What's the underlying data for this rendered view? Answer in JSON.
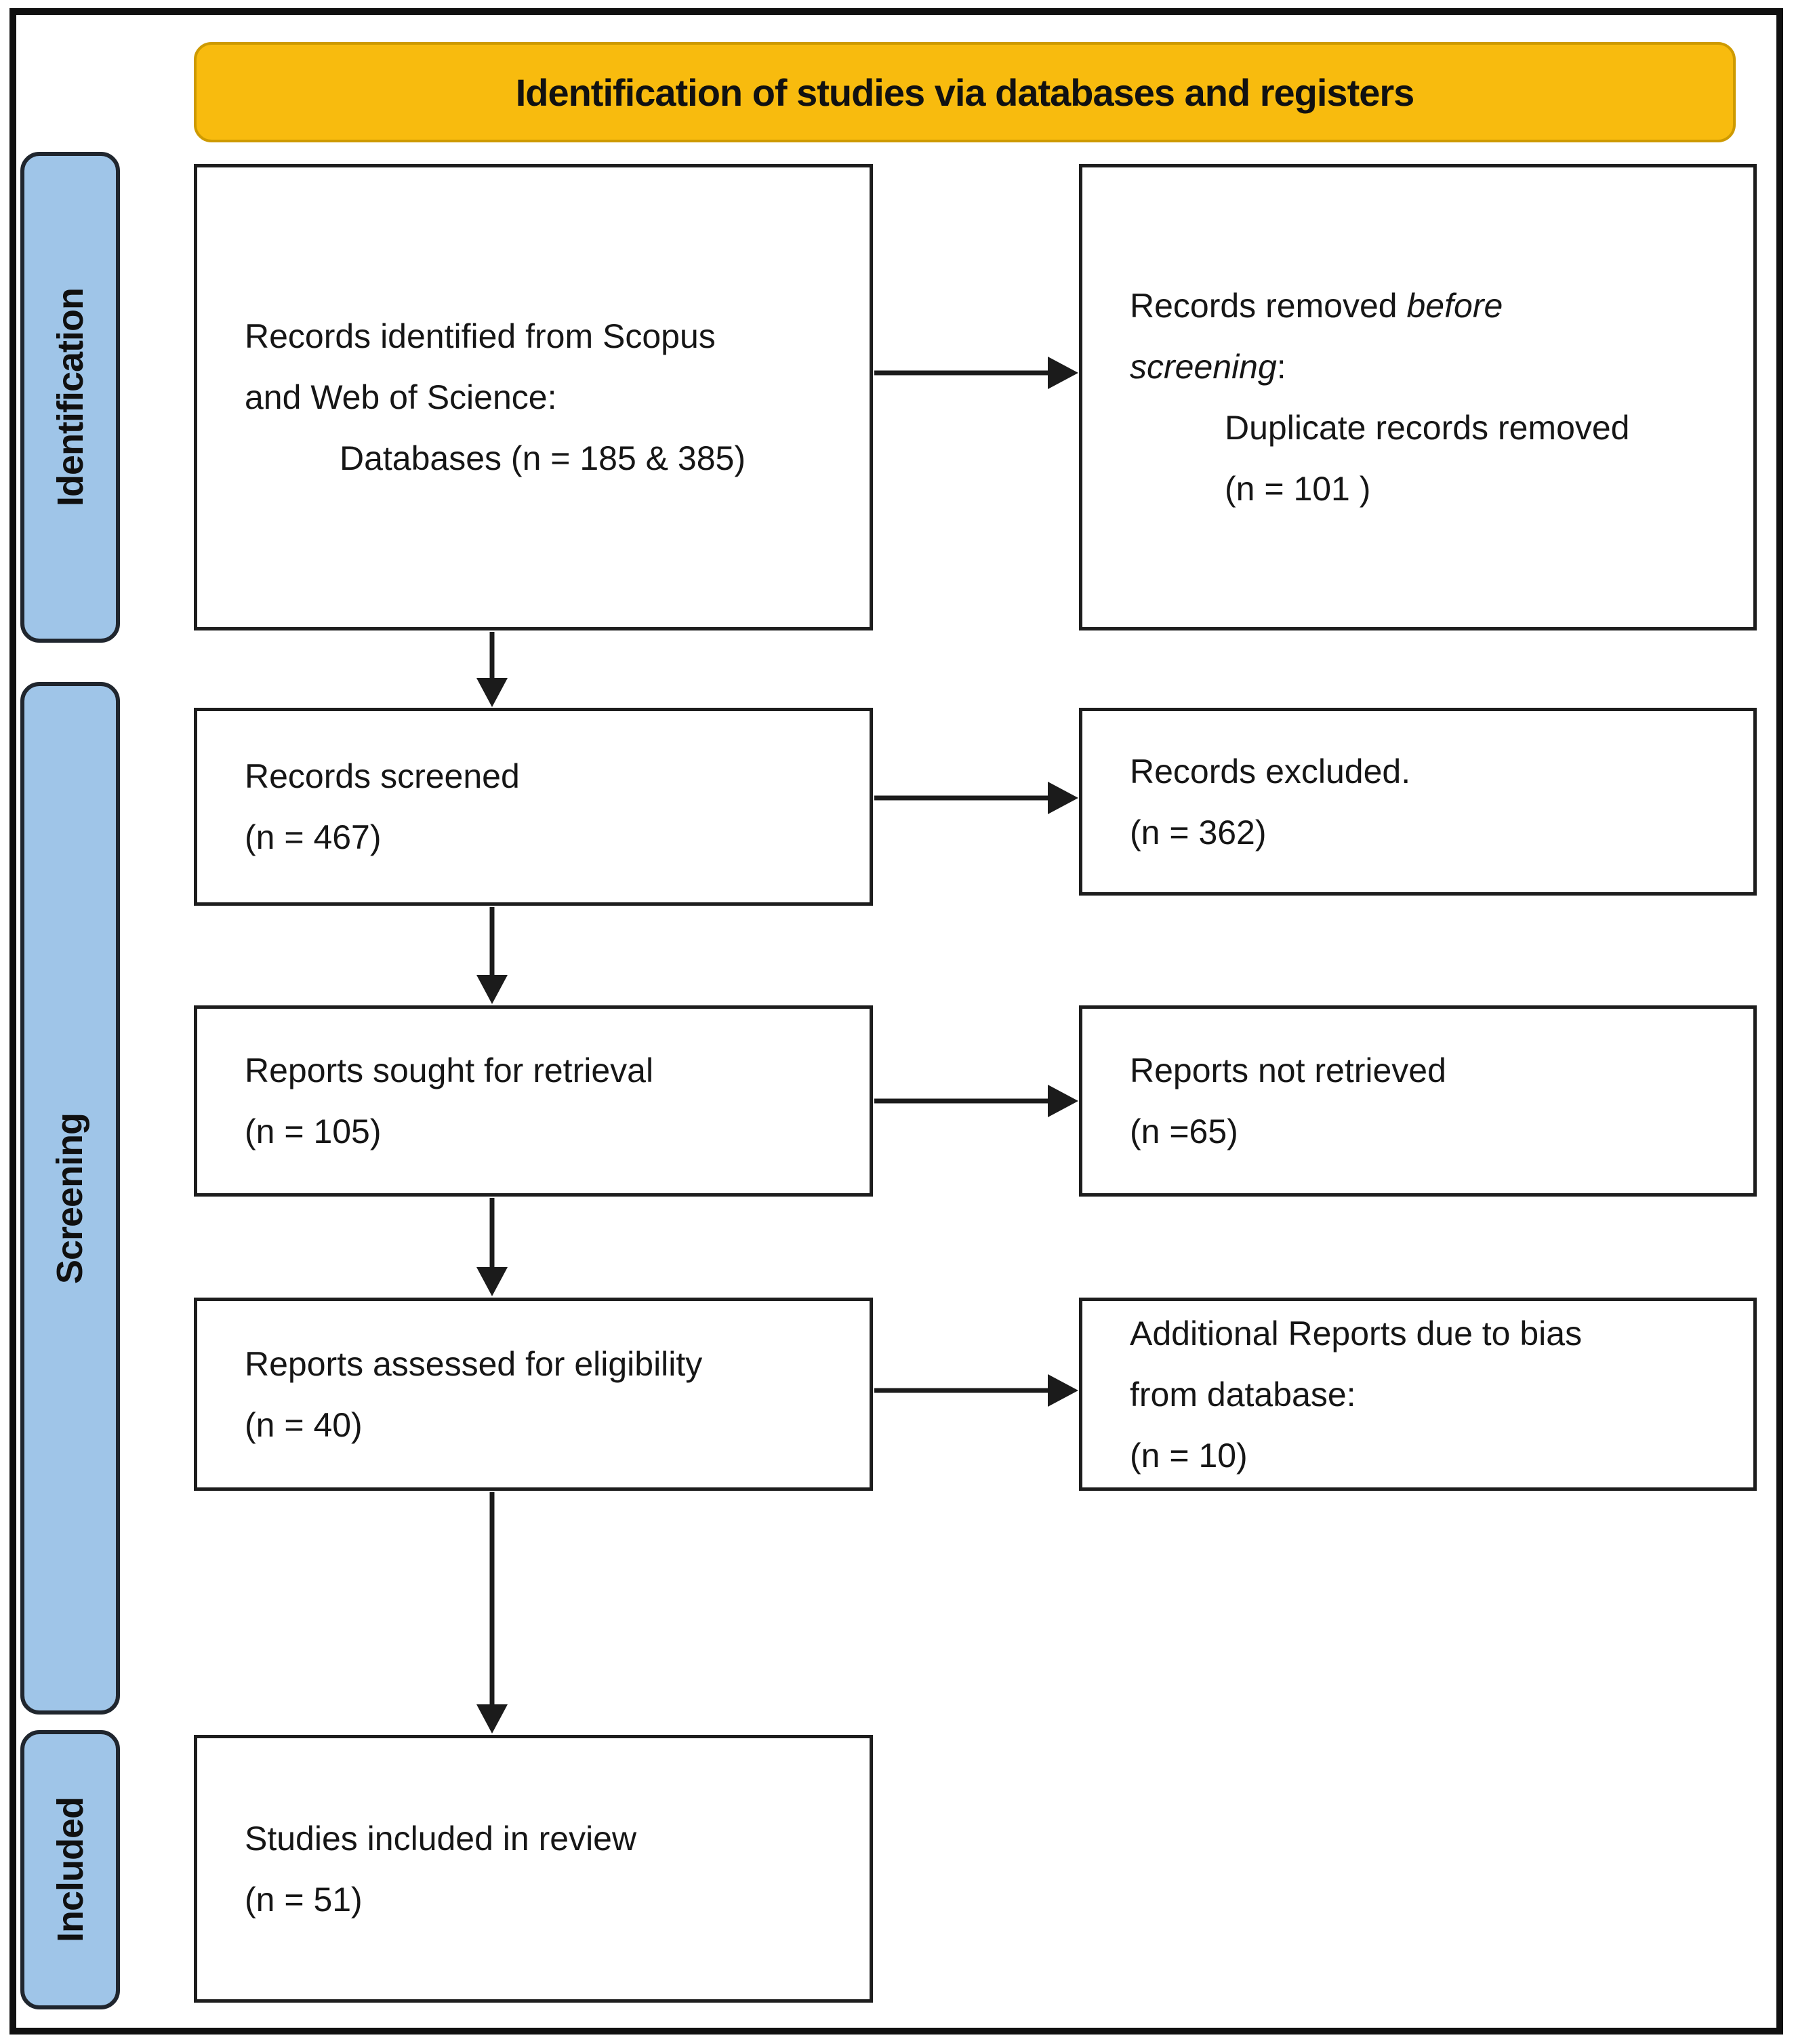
{
  "banner": {
    "label": "Identification of studies via databases and registers",
    "bg_color": "#F8BB0E",
    "border_color": "#CE9A00"
  },
  "sidebar": {
    "bg_color": "#9FC5E8",
    "border_color": "#20262E",
    "stages": [
      {
        "label": "Identification"
      },
      {
        "label": "Screening"
      },
      {
        "label": "Included"
      }
    ]
  },
  "boxes": {
    "identified": {
      "line1": "Records identified from Scopus",
      "line2": "and Web of Science:",
      "line3": "Databases (n = 185 & 385)"
    },
    "removed": {
      "pre": "Records removed ",
      "italic1": "before",
      "italic2": "screening",
      "colon": ":",
      "indent1": "Duplicate records removed",
      "indent2": "(n = 101 )"
    },
    "screened": {
      "line1": "Records screened",
      "line2": "(n = 467)"
    },
    "excluded": {
      "line1": "Records excluded.",
      "line2": "(n = 362)"
    },
    "sought": {
      "line1": "Reports sought for retrieval",
      "line2": "(n = 105)"
    },
    "not_retrieved": {
      "line1": "Reports not retrieved",
      "line2": "(n =65)"
    },
    "assessed": {
      "line1": "Reports assessed for eligibility",
      "line2": "(n = 40)"
    },
    "additional": {
      "line1": "Additional Reports due to bias",
      "line2": "from database:",
      "line3": "(n = 10)"
    },
    "included_review": {
      "line1": "Studies included in review",
      "line2": "(n = 51)"
    }
  }
}
